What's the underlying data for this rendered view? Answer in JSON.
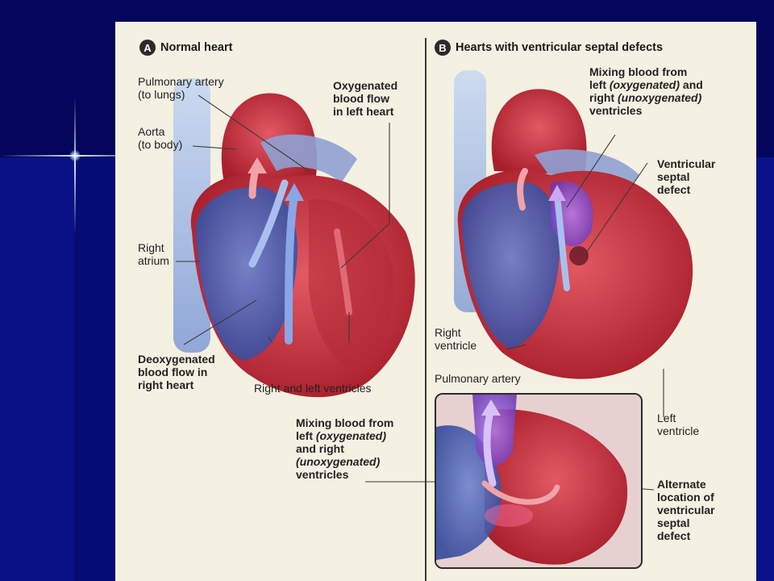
{
  "panel_a": {
    "badge": "A",
    "title": "Normal heart",
    "labels": {
      "pulmonary_artery_1": "Pulmonary artery",
      "pulmonary_artery_2": "(to lungs)",
      "aorta_1": "Aorta",
      "aorta_2": "(to body)",
      "oxygenated_1": "Oxygenated",
      "oxygenated_2": "blood flow",
      "oxygenated_3": "in left heart",
      "right_atrium_1": "Right",
      "right_atrium_2": "atrium",
      "deoxygenated_1": "Deoxygenated",
      "deoxygenated_2": "blood flow in",
      "deoxygenated_3": "right heart",
      "ventricles": "Right and left ventricles"
    }
  },
  "panel_b": {
    "badge": "B",
    "title": "Hearts with ventricular septal defects",
    "labels": {
      "mixing_top_1": "Mixing blood from",
      "mixing_top_2a": "left ",
      "mixing_top_2b": "(oxygenated)",
      "mixing_top_2c": " and",
      "mixing_top_3a": "right ",
      "mixing_top_3b": "(unoxygenated)",
      "mixing_top_4": "ventricles",
      "vsd_1": "Ventricular",
      "vsd_2": "septal",
      "vsd_3": "defect",
      "right_ventricle_1": "Right",
      "right_ventricle_2": "ventricle",
      "pulmonary_artery": "Pulmonary artery",
      "left_ventricle_1": "Left",
      "left_ventricle_2": "ventricle",
      "alternate_1": "Alternate",
      "alternate_2": "location of",
      "alternate_3": "ventricular",
      "alternate_4": "septal",
      "alternate_5": "defect"
    }
  },
  "mixing_inset": {
    "line1": "Mixing blood from",
    "line2a": "left ",
    "line2b": "(oxygenated)",
    "line3": "and right",
    "line4": "(unoxygenated)",
    "line5": "ventricles"
  },
  "colors": {
    "oxygenated": "#c8333d",
    "deoxygenated": "#3f5aa8",
    "mixed": "#8a4fd0",
    "background_panel": "#f4f0e2"
  }
}
